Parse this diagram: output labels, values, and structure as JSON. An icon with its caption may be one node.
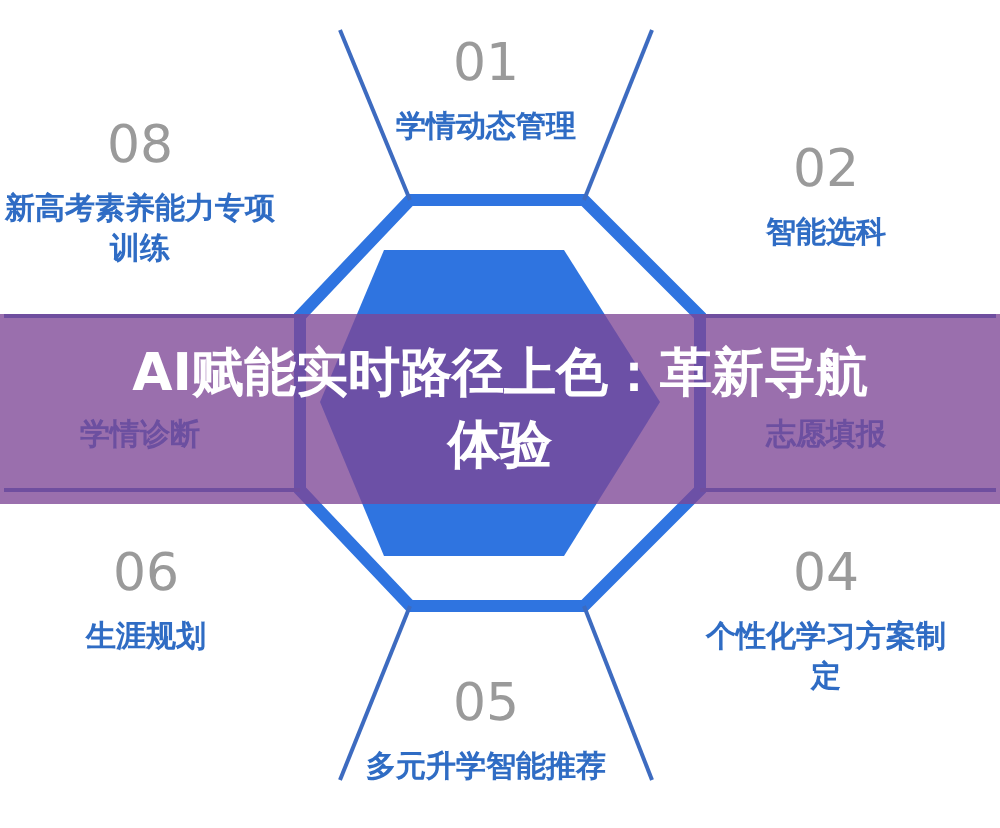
{
  "diagram": {
    "title": "AI赋能实时路径上色：革新导航体验",
    "nodes": [
      {
        "text": [
          "01",
          "学情动态管理"
        ]
      },
      {
        "text": [
          "02",
          "智能选科"
        ]
      },
      {
        "text": [
          "志愿填报"
        ]
      },
      {
        "text": [
          "04",
          "个性化学习方案制定"
        ]
      },
      {
        "text": [
          "05",
          "多元升学智能推荐"
        ]
      },
      {
        "text": [
          "06",
          "生涯规划"
        ]
      },
      {
        "text": [
          "学情诊断"
        ]
      },
      {
        "text": [
          "08",
          "新高考素养能力专项训练"
        ]
      },
      {
        "text": [],
        "shape": "hexagon"
      }
    ],
    "edges": []
  }
}
